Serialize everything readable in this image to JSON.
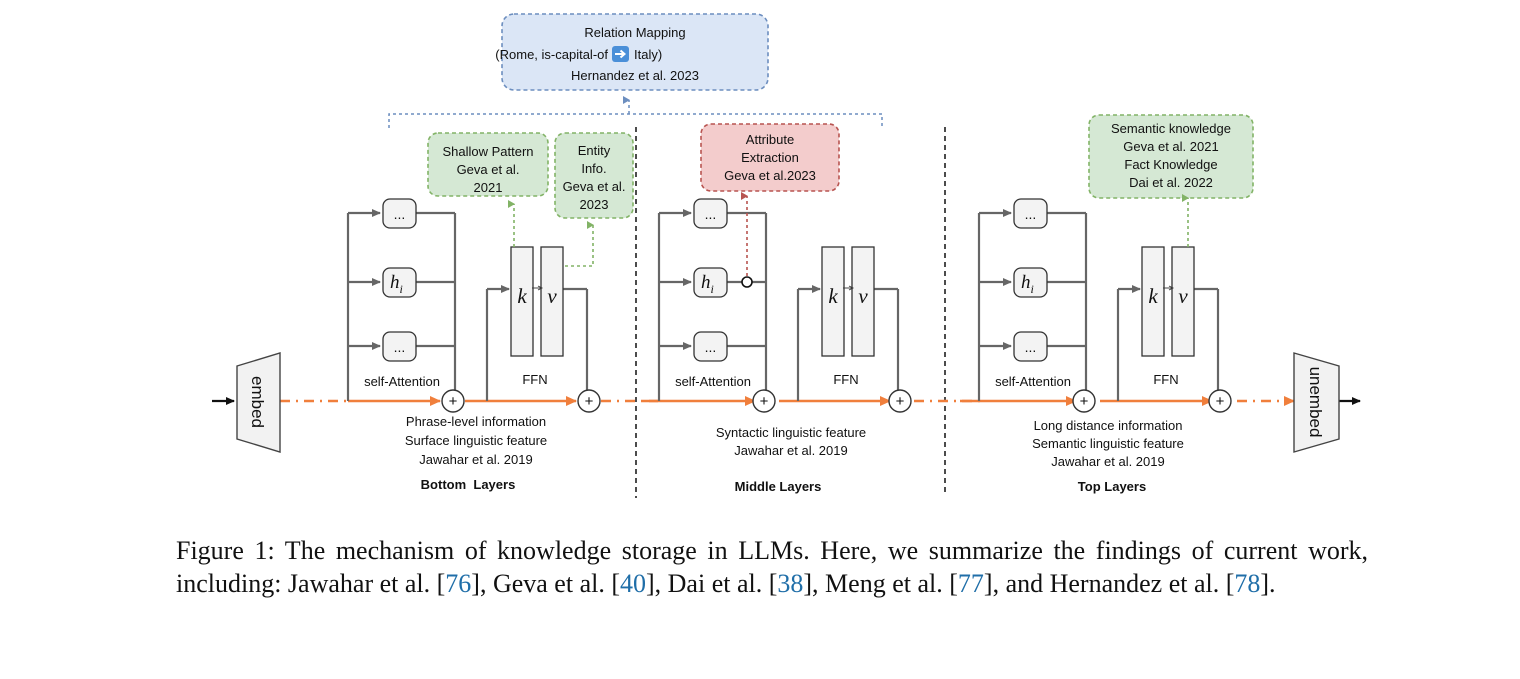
{
  "relation_box": {
    "title": "Relation Mapping",
    "example_before": "(Rome, is-capital-of",
    "example_after": "Italy)",
    "citation": "Hernandez et al. 2023"
  },
  "boxes": {
    "shallow_pattern": [
      "Shallow Pattern",
      "Geva et al.",
      "2021"
    ],
    "entity_info": [
      "Entity",
      "Info.",
      "Geva et al.",
      "2023"
    ],
    "attribute_extraction": [
      "Attribute",
      "Extraction",
      "Geva et al.2023"
    ],
    "semantic_knowledge": [
      "Semantic knowledge",
      "Geva et al. 2021",
      "Fact Knowledge",
      "Dai et al. 2022"
    ]
  },
  "modules": {
    "embed": "embed",
    "unembed": "unembed",
    "head_dots": "...",
    "head_i": "h",
    "head_i_sub": "i",
    "key": "k",
    "value": "v",
    "plus": "+",
    "self_attention": "self-Attention",
    "ffn": "FFN"
  },
  "layers": {
    "bottom": {
      "label": "Bottom  Layers",
      "findings": [
        "Phrase-level information",
        "Surface linguistic feature",
        "Jawahar et al. 2019"
      ]
    },
    "middle": {
      "label": "Middle Layers",
      "findings": [
        "Syntactic linguistic feature",
        "Jawahar et al. 2019"
      ]
    },
    "top": {
      "label": "Top Layers",
      "findings": [
        "Long distance information",
        "Semantic linguistic feature",
        "Jawahar et al. 2019"
      ]
    }
  },
  "caption": {
    "parts": [
      {
        "text": "Figure 1: The mechanism of knowledge storage in LLMs. Here, we summarize the findings of current work, including: Jawahar et al. [",
        "ref": false
      },
      {
        "text": "76",
        "ref": true
      },
      {
        "text": "], Geva et al. [",
        "ref": false
      },
      {
        "text": "40",
        "ref": true
      },
      {
        "text": "], Dai et al. [",
        "ref": false
      },
      {
        "text": "38",
        "ref": true
      },
      {
        "text": "], Meng et al. [",
        "ref": false
      },
      {
        "text": "77",
        "ref": true
      },
      {
        "text": "], and Hernandez et al. [",
        "ref": false
      },
      {
        "text": "78",
        "ref": true
      },
      {
        "text": "].",
        "ref": false
      }
    ]
  },
  "colors": {
    "orange": "#f07f3c",
    "gray": "#666666",
    "blue_fill": "#dbe6f6",
    "blue_stroke": "#6c8ebf",
    "green_fill": "#d5e8d4",
    "green_stroke": "#82b366",
    "red_fill": "#f3cccc",
    "red_stroke": "#b85450",
    "link": "#1f6ea8"
  }
}
